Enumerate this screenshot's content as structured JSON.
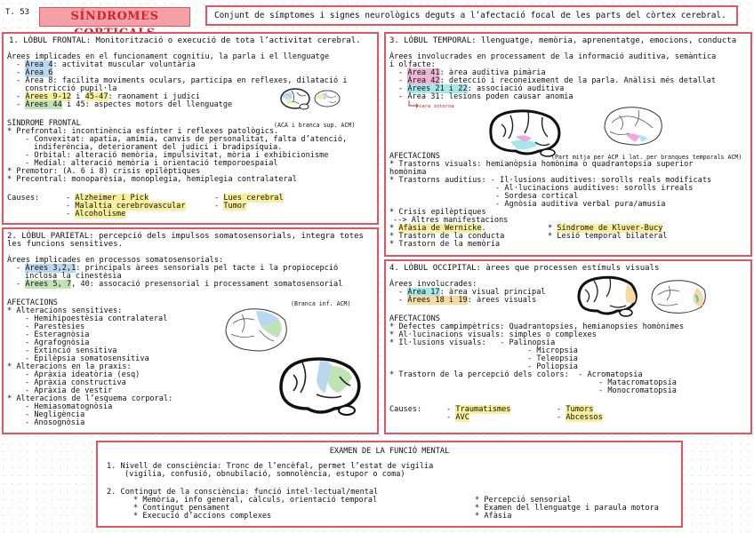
{
  "header": {
    "page_number": "T. 53",
    "title": "SÍNDROMES CORTICALS",
    "subtitle": "Conjunt de símptomes i signes neurològics deguts a l’afectació focal de les parts del còrtex cerebral."
  },
  "frontal": {
    "heading": "1. LÒBUL FRONTAL: Monitorització o execució de tota l’activitat cerebral.",
    "areas_intro": "Àrees implicades en el funcionament cognitiu, la parla i el llenguatge",
    "a4_hl": "Àrea 4",
    "a4_rest": ": activitat muscular voluntària",
    "a6_hl": "Àrea 6",
    "a8_pre": "- Àrea 8: facilita moviments oculars, participa en reflexes, dilatació i",
    "a8_cont": "constricció pupil·la",
    "a912_hl": "Àrees 9-12",
    "a912_mid": " i ",
    "a4547_hl": "45-47",
    "a912_rest": ": raonament i judici",
    "a44_hl": "Àrees 44",
    "a44_rest": " i 45: aspectes motors del llenguatge",
    "syndrome": "SÍNDROME FRONTAL",
    "syndrome_note": "(ACA i branca sup. ACM)",
    "s1": "* Prefrontal: incontinència esfínter i reflexes patològics.",
    "s2": "- Convexitat: apatia, amímia, canvis de personalitat, falta d’atenció,",
    "s2b": "indiferència, deteriorament del judici i bradipsíquia.",
    "s3": "- Orbital: alteració memòria, impulsivitat, mòria i exhibicionisme",
    "s4": "- Medial: alteració memòria i orientació temporoespaial",
    "s5": "* Premotor: (A. 6 i 8) crisis epilèptiques",
    "s6": "* Precentral: monoparèsia, monoplegia, hemiplegia contralateral",
    "causes_label": "Causes:",
    "c1": "Alzheimer i Pick",
    "c2": "Malaltia cerebrovascular",
    "c3": "Alcoholisme",
    "c4": "Lues cerebral",
    "c5": "Tumor"
  },
  "temporal": {
    "heading": "3. LÒBUL TEMPORAL: llenguatge, memòria, aprenentatge, emocions, conducta",
    "intro1": "Àrees involucrades en processament de la informació auditiva, semàntica",
    "intro2": "i olfacte:",
    "a41_hl": "Àrea 41",
    "a41_rest": ": àrea auditiva pimària",
    "a42_hl": "Àrea 42",
    "a42_rest": ": detecció i reconeixement de la parla. Anàlisi més detallat",
    "a2122_hl": "Àrees 21 i 22",
    "a2122_rest": ": associació auditiva",
    "a31": "- Àrea 31: lesions poden causar anomia",
    "cara": "cara interna",
    "afect": "AFECTACIONS",
    "afect_note": "(Part mitja per ACP i lat. per branques temporals ACM)",
    "t1": "* Trastorns visuals: hemianòpsia homònima o quadrantopsia superior",
    "t1b": "homònima",
    "t2": "* Trastorns auditius: - Il·lusions auditives: sorolls reals modificats",
    "t2b": "- Al·lucinacions auditives: sorolls irreals",
    "t2c": "- Sordesa cortical",
    "t2d": "- Agnòsia auditiva verbal pura/amusia",
    "t3": "* Crisis epilèptiques",
    "t3b": "--> Altres manifestacions",
    "t4_hl": "Afàsia de Wernicke",
    "t4_rest": ".",
    "t5": "* Trastorn de la conducta",
    "t6": "* Trastorn de la memòria",
    "t7_hl": "Síndrome de Kluver-Bucy",
    "t8": "* Lesió temporal bilateral"
  },
  "parietal": {
    "heading": "2. LÒBUL PARIETAL: percepció dels impulsos somatosensorials, integra totes",
    "heading2": "les funcions sensitives.",
    "intro": "Àrees implicades en processos somatosensorials:",
    "a312_hl": "Àrees 3,2,1",
    "a312_rest": ": principals àrees sensorials pel tacte i la propiocepció",
    "a312_cont": "inclosa la cinestèsia",
    "a57_hl": "Àrees 5, 7",
    "a57_rest": ", 40: assocació presensorial i processament somatosensorial",
    "afect": "AFECTACIONS",
    "afect_note": "(Branca inf. ACM)",
    "p1": "* Alteracions sensitives:",
    "p1a": "- Hemihipoestèsia contralateral",
    "p1b": "- Parestèsies",
    "p1c": "- Esteragnòsia",
    "p1d": "- Agrafognòsia",
    "p1e": "- Extinció sensitiva",
    "p1f": "- Epilèpsia somatosensitiva",
    "p2": "* Alteracions en la praxis:",
    "p2a": "- Apràxia ideatòria (esq)",
    "p2b": "- Apràxia constructiva",
    "p2c": "- Apràxia de vestir",
    "p3": "* Alteracions de l’esquema corporal:",
    "p3a": "- Hemiasomatognòsia",
    "p3b": "- Negligència",
    "p3c": "- Anosognòsia"
  },
  "occipital": {
    "heading": "4. LÒBUL OCCIPITAL: àrees que processen estímuls visuals",
    "intro": "Àrees involucrades:",
    "a17_hl": "Àrea 17",
    "a17_rest": ": àrea visual principal",
    "a1819_hl": "Àrees 18 i 19",
    "a1819_rest": ": àrees visuals",
    "afect": "AFECTACIONS",
    "o1": "* Defectes campimpètrics: Quadrantopsies, hemianopsies homònimes",
    "o2": "* Al·lucinacions visuals: simples o complexes",
    "o3": "* Il·lusions visuals:   - Palinopsia",
    "o3b": "- Micropsia",
    "o3c": "- Teleopsia",
    "o3d": "- Poliopsia",
    "o4": "* Trastorn de la percepció dels colors:  - Acromatopsia",
    "o4b": "- Matacromatopsia",
    "o4c": "- Monocromatopsia",
    "causes_label": "Causes:",
    "c1": "Traumatismes",
    "c2": "AVC",
    "c3": "Tumors",
    "c4": "Abcessos"
  },
  "exam": {
    "title": "EXAMEN DE LA FUNCIÓ MENTAL",
    "e1": "1. Nivell de consciència: Tronc de l’encèfal, permet l’estat de vigília",
    "e1b": "(vigília, confusió, obnubilació, somnolència, estupor o coma)",
    "e2": "2. Contingut de la consciència: funció intel·lectual/mental",
    "l1": "* Memòria, info general, càlculs, orientació temporal",
    "l2": "* Contingut pensament",
    "l3": "* Execució d’accions complexes",
    "r1": "* Percepció sensorial",
    "r2": "* Examen del llenguatge i paraula motora",
    "r3": "* Afàsia"
  },
  "colors": {
    "border": "#e05560",
    "title_bg": "#f3a0a6",
    "title_text": "#d8202b",
    "hl_blue": "#b9d7ee",
    "hl_yellow": "#f6ef9c",
    "hl_pink": "#f0b6d8",
    "hl_cyan": "#a4e8ea",
    "hl_green": "#bfe3b4",
    "hl_orange": "#f7d9a4"
  },
  "icons": [
    "brain-lateral-icon",
    "brain-medial-icon"
  ]
}
